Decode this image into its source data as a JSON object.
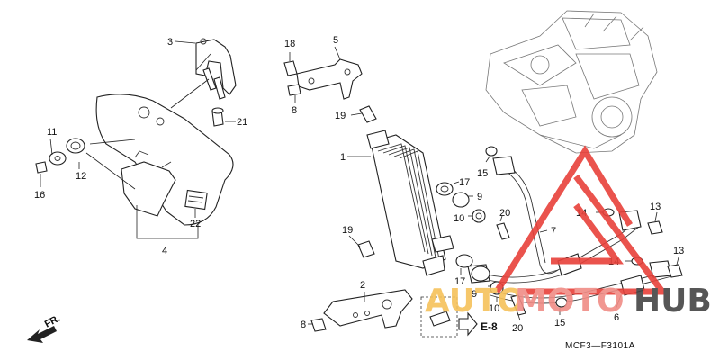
{
  "diagram": {
    "code": "MCF3—F3101A",
    "ref": "E-8",
    "front": "FR.",
    "callouts": {
      "c1": "1",
      "c2": "2",
      "c3": "3",
      "c4": "4",
      "c5": "5",
      "c6": "6",
      "c7": "7",
      "c8a": "8",
      "c8b": "8",
      "c9a": "9",
      "c9b": "9",
      "c10a": "10",
      "c10b": "10",
      "c11": "11",
      "c12": "12",
      "c13a": "13",
      "c13b": "13",
      "c14a": "14",
      "c14b": "14",
      "c15a": "15",
      "c15b": "15",
      "c16": "16",
      "c17a": "17",
      "c17b": "17",
      "c18": "18",
      "c19a": "19",
      "c19b": "19",
      "c20a": "20",
      "c20b": "20",
      "c21": "21",
      "c22": "22"
    }
  },
  "watermark": {
    "word_a": "AUTO",
    "word_b": "MOTO",
    "word_c": "HUB",
    "color_a": "#f6c15a",
    "color_b": "#f08c86",
    "color_c": "#444444",
    "triangle_color": "#e8413a"
  }
}
